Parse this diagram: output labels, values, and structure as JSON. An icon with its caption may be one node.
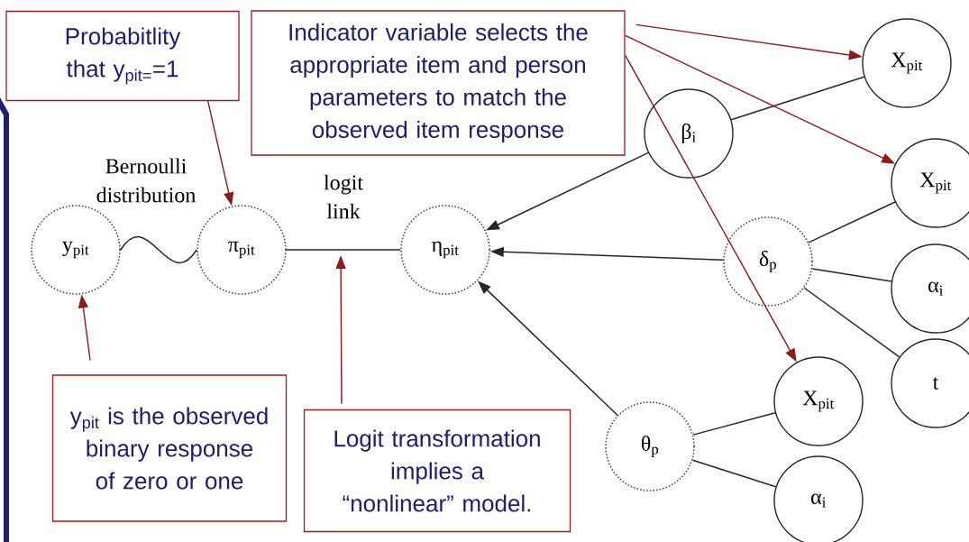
{
  "diagram": {
    "nodes": [
      {
        "text": [
          "Probabitlity that y$_{pit=}$=1"
        ]
      },
      {
        "text": [
          "Indicator variable selects the appropriate item and person parameters to match the observed item response"
        ]
      },
      {
        "text": [
          "y$_{pit}$"
        ]
      },
      {
        "text": [
          "π$_{pit}$"
        ]
      },
      {
        "text": [
          "η$_{pit}$"
        ]
      },
      {
        "text": [
          "β$_{i}$"
        ]
      },
      {
        "text": [
          "X$_{pit}$"
        ]
      },
      {
        "text": [
          "X$_{pit}$"
        ]
      },
      {
        "text": [
          "δ$_{p}$"
        ]
      },
      {
        "text": [
          "α$_{i}$"
        ]
      },
      {
        "text": [
          "t"
        ]
      },
      {
        "text": [
          "X$_{pit}$"
        ]
      },
      {
        "text": [
          "θ$_{p}$"
        ]
      },
      {
        "text": [
          "α$_{i}$"
        ]
      },
      {
        "text": [
          "y$_{pit}$ is the observed binary response of zero or one"
        ]
      },
      {
        "text": [
          "Logit transformation implies a “nonlinear” model."
        ]
      }
    ],
    "edges": [
      {
        "from": 2,
        "to": 3,
        "arrow": "none",
        "label": "Bernoulli distribution"
      },
      {
        "from": 3,
        "to": 4,
        "arrow": "none",
        "label": "logit link"
      },
      {
        "from": 5,
        "to": 4,
        "arrow": "to"
      },
      {
        "from": 8,
        "to": 4,
        "arrow": "to"
      },
      {
        "from": 12,
        "to": 4,
        "arrow": "to"
      },
      {
        "from": 5,
        "to": 6,
        "arrow": "none"
      },
      {
        "from": 8,
        "to": 7,
        "arrow": "none"
      },
      {
        "from": 8,
        "to": 9,
        "arrow": "none"
      },
      {
        "from": 8,
        "to": 10,
        "arrow": "none"
      },
      {
        "from": 12,
        "to": 11,
        "arrow": "none"
      },
      {
        "from": 12,
        "to": 13,
        "arrow": "none"
      },
      {
        "from": 0,
        "to": 3,
        "arrow": "to",
        "color": "#8b1a1a"
      },
      {
        "from": 1,
        "to": 6,
        "arrow": "to",
        "color": "#8b1a1a"
      },
      {
        "from": 1,
        "to": 7,
        "arrow": "to",
        "color": "#8b1a1a"
      },
      {
        "from": 1,
        "to": 11,
        "arrow": "to",
        "color": "#8b1a1a"
      },
      {
        "from": 14,
        "to": 2,
        "arrow": "to",
        "color": "#8b1a1a"
      },
      {
        "from": 15,
        "to": null,
        "arrow": "to",
        "color": "#8b1a1a"
      }
    ]
  }
}
